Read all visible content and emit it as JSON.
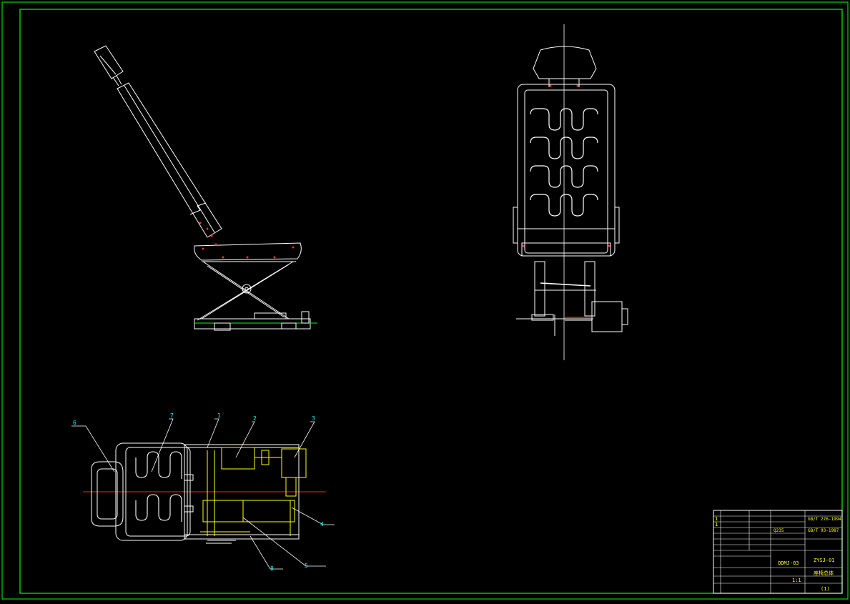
{
  "drawing": {
    "background": "#000000",
    "frame_color": "#00ff00",
    "line_color": "#ffffff",
    "accent_yellow": "#ffff00",
    "accent_cyan": "#00ffff",
    "accent_red": "#ff0000",
    "centerline_color": "#ff2020"
  },
  "callouts": {
    "c1": "1",
    "c2": "2",
    "c3": "3",
    "c4": "4",
    "c5": "5",
    "c6": "6",
    "c7": "7",
    "c8": "8"
  },
  "title_block": {
    "code_top": "ZYSJ-01",
    "code_main": "QDMJ-03",
    "name": "座椅总体",
    "scale": "1:1",
    "material": "Q235",
    "std1": "GB/T 276-1994",
    "std2": "GB/T 93-1987",
    "r1": "1",
    "r2": "1",
    "sheet": "(1)"
  }
}
